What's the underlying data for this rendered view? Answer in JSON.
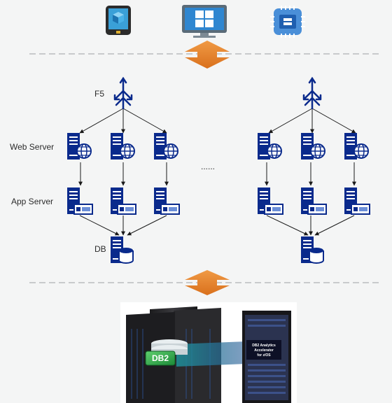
{
  "labels": {
    "f5": "F5",
    "web_server": "Web Server",
    "app_server": "App Server",
    "db": "DB",
    "ellipsis": "......"
  },
  "mainframe": {
    "db2_badge": "DB2",
    "accelerator_line1": "DB2 Analytics",
    "accelerator_line2": "Accelerator",
    "accelerator_line3": "for z/OS"
  },
  "colors": {
    "server_blue": "#0a2a8c",
    "arrow_orange": "#e8822a",
    "db2_green": "#2ea84a",
    "background": "#f4f5f5"
  },
  "icons": [
    "tablet-icon",
    "monitor-windows-icon",
    "chip-icon",
    "load-balancer-icon",
    "server-globe-icon",
    "server-app-icon",
    "database-server-icon"
  ]
}
